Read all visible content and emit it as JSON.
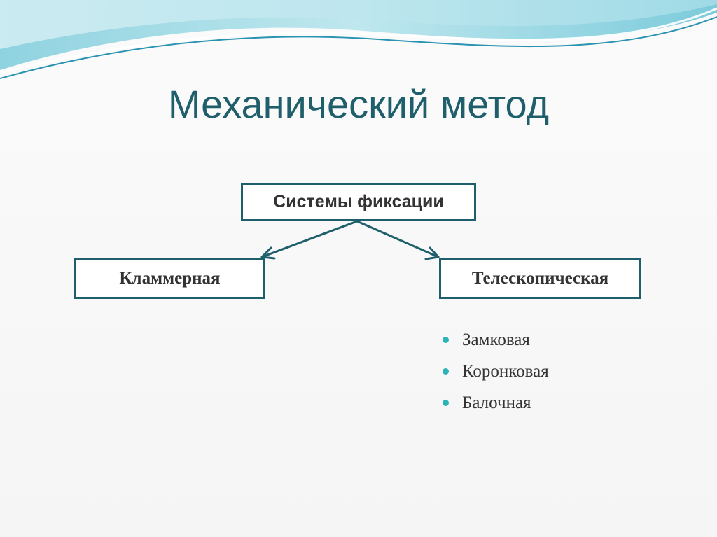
{
  "slide": {
    "title": "Механический метод"
  },
  "diagram": {
    "root": {
      "label": "Системы фиксации"
    },
    "children": [
      {
        "label": "Кламмерная"
      },
      {
        "label": "Телескопическая"
      }
    ],
    "sub_items": [
      {
        "label": "Замковая"
      },
      {
        "label": "Коронковая"
      },
      {
        "label": "Балочная"
      }
    ]
  },
  "colors": {
    "accent": "#1f5f6b",
    "bullet": "#2bb3b8",
    "text": "#333333"
  }
}
